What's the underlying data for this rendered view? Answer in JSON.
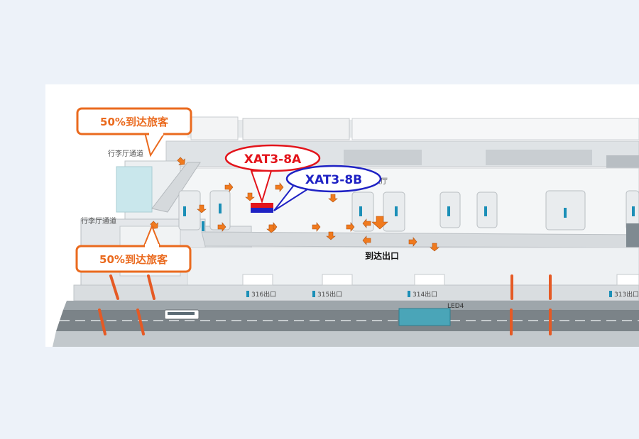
{
  "callouts": {
    "top": "50%到达旅客",
    "bottom": "50%到达旅客"
  },
  "markers": {
    "a": "XAT3-8A",
    "b": "XAT3-8B"
  },
  "area_labels": {
    "baggage_corridor_top": "行李厅通道",
    "baggage_corridor_mid": "行李厅通道",
    "baggage_claim": "提取厅",
    "arrival_exit": "到达出口",
    "led": "LED4"
  },
  "exits": [
    "316出口",
    "315出口",
    "314出口",
    "313出口"
  ],
  "colors": {
    "callout_orange": "#ea6a1e",
    "marker_red": "#e3141b",
    "marker_blue": "#1f22c4",
    "arrow_orange": "#f07a1e",
    "pole": "#e55a25"
  }
}
